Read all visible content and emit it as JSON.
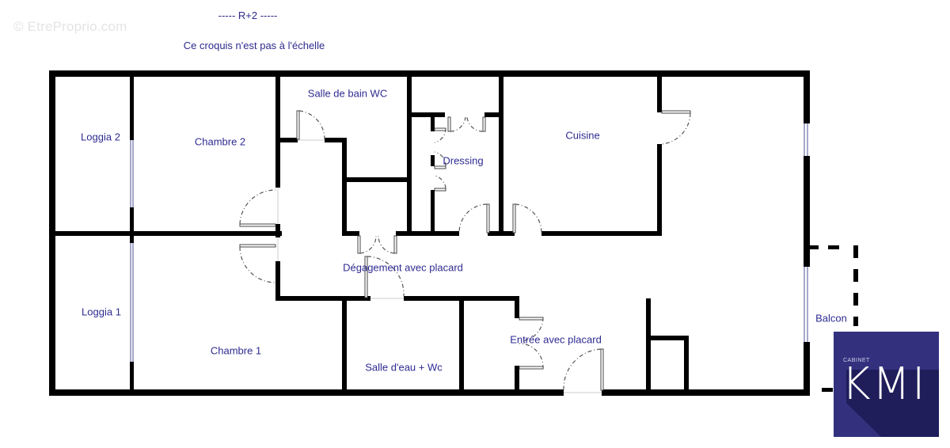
{
  "watermark": "© EtreProprio.com",
  "header": {
    "level": "----- R+2 -----",
    "note": "Ce croquis n'est pas à l'échelle"
  },
  "rooms": [
    {
      "id": "loggia-2",
      "label": "Loggia 2"
    },
    {
      "id": "chambre-2",
      "label": "Chambre 2"
    },
    {
      "id": "salle-de-bain-wc",
      "label": "Salle de bain WC"
    },
    {
      "id": "dressing",
      "label": "Dressing"
    },
    {
      "id": "cuisine",
      "label": "Cuisine"
    },
    {
      "id": "degagement",
      "label": "Dégagement avec placard"
    },
    {
      "id": "loggia-1",
      "label": "Loggia 1"
    },
    {
      "id": "chambre-1",
      "label": "Chambre 1"
    },
    {
      "id": "salle-d-eau",
      "label": "Salle d'eau + Wc"
    },
    {
      "id": "entree",
      "label": "Entrée avec placard"
    },
    {
      "id": "balcon",
      "label": "Balcon"
    }
  ],
  "logo": {
    "small": "CABINET",
    "main": "KMI",
    "background": "#33317e"
  },
  "colors": {
    "wall": "#000000",
    "label": "#2e2b91",
    "window": "#6a6fa8"
  }
}
